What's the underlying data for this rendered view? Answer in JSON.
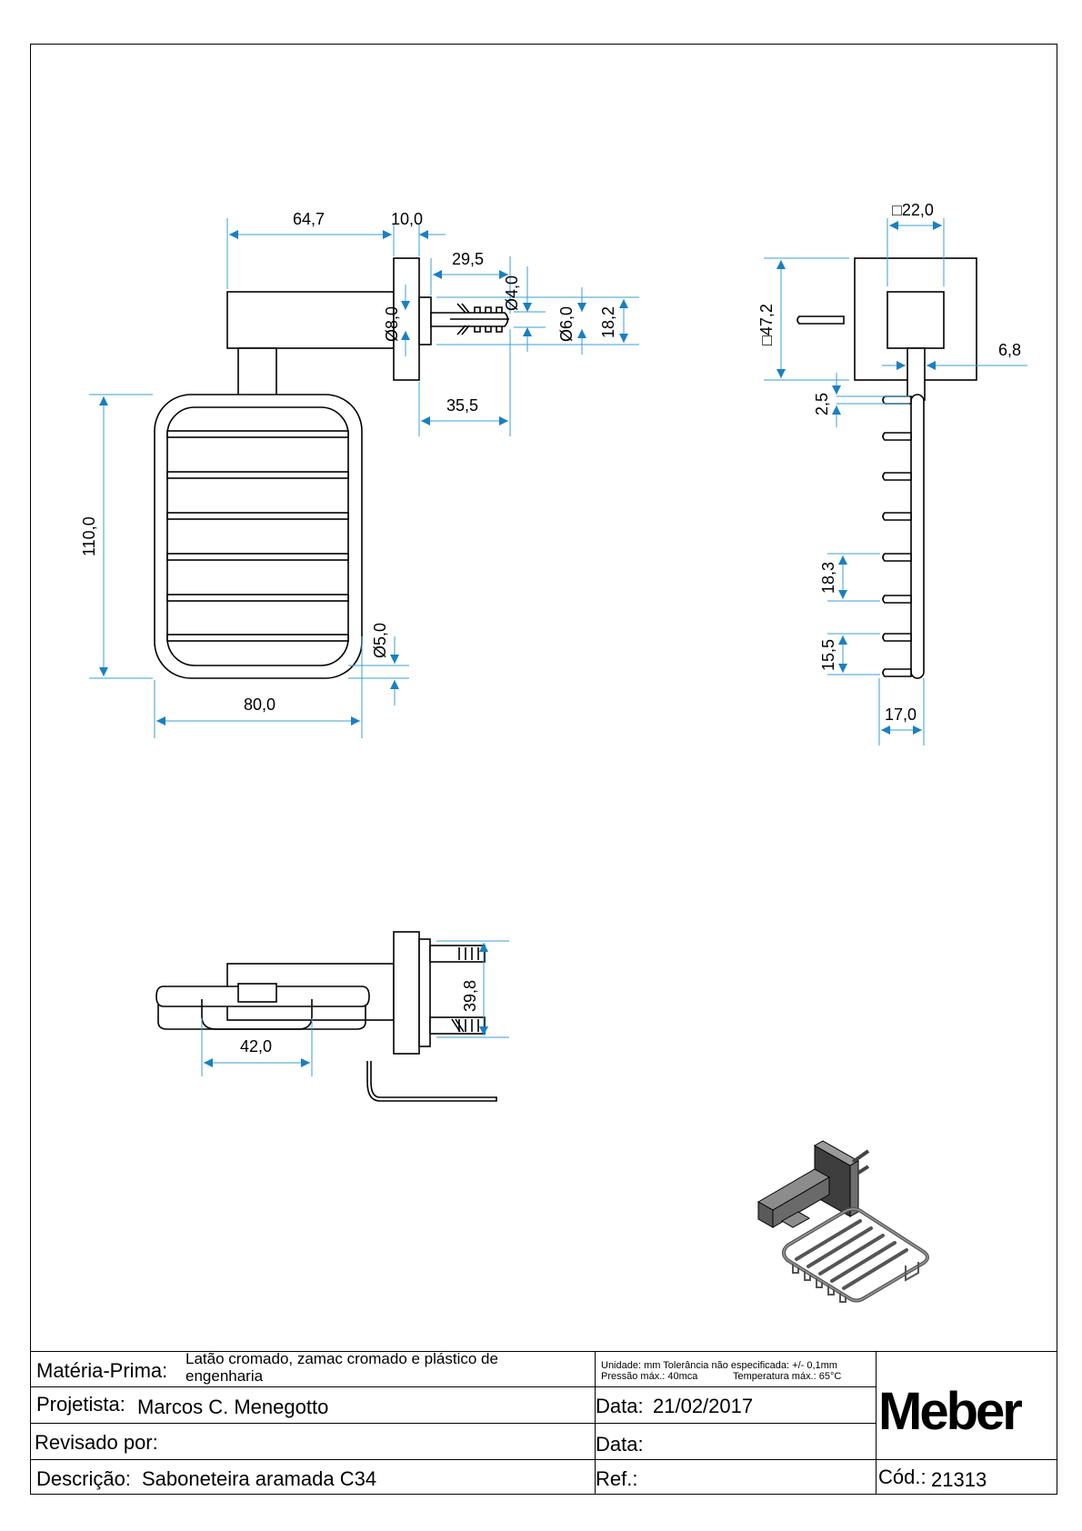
{
  "drawing": {
    "front_view": {
      "dimensions": {
        "arm_length": "64,7",
        "flange_thickness": "10,0",
        "dowel_length": "29,5",
        "screw_diameter": "Ø4,0",
        "hole_diameter_8": "Ø8,0",
        "dowel_diameter": "Ø6,0",
        "flange_offset": "18,2",
        "total_dowel_depth": "35,5",
        "basket_height": "110,0",
        "wire_diameter": "Ø5,0",
        "basket_width": "80,0"
      }
    },
    "side_view": {
      "dimensions": {
        "flange_square": "□47,2",
        "arm_square": "□22,0",
        "stem_width": "6,8",
        "rod_gap": "2,5",
        "rod_spacing_a": "18,3",
        "rod_spacing_b": "15,5",
        "basket_depth": "17,0"
      }
    },
    "top_view": {
      "dimensions": {
        "handle_width": "42,0",
        "hole_spacing": "39,8"
      }
    },
    "iso_view": {
      "description": "isometric-render"
    }
  },
  "title_block": {
    "material_label": "Matéria-Prima:",
    "material_value_line1": "Latão cromado, zamac cromado e plástico de",
    "material_value_line2": "engenharia",
    "notes_line1": "Unidade: mm Tolerância não especificada: +/- 0,1mm",
    "notes_line2_a": "Pressão máx.: 40mca",
    "notes_line2_b": "Temperatura máx.: 65°C",
    "designer_label": "Projetista:",
    "designer_value": "Marcos C. Menegotto",
    "date_label": "Data:",
    "date_value": "21/02/2017",
    "reviewed_label": "Revisado por:",
    "reviewed_value": "",
    "review_date_label": "Data:",
    "review_date_value": "",
    "description_label": "Descrição:",
    "description_value": "Saboneteira aramada C34",
    "ref_label": "Ref.:",
    "ref_value": "",
    "code_label": "Cód.:",
    "code_value": "21313",
    "brand": "Meber"
  },
  "colors": {
    "dimension_line": "#3b9fd1",
    "arrow": "#1a7fc1",
    "outline": "#000000"
  }
}
